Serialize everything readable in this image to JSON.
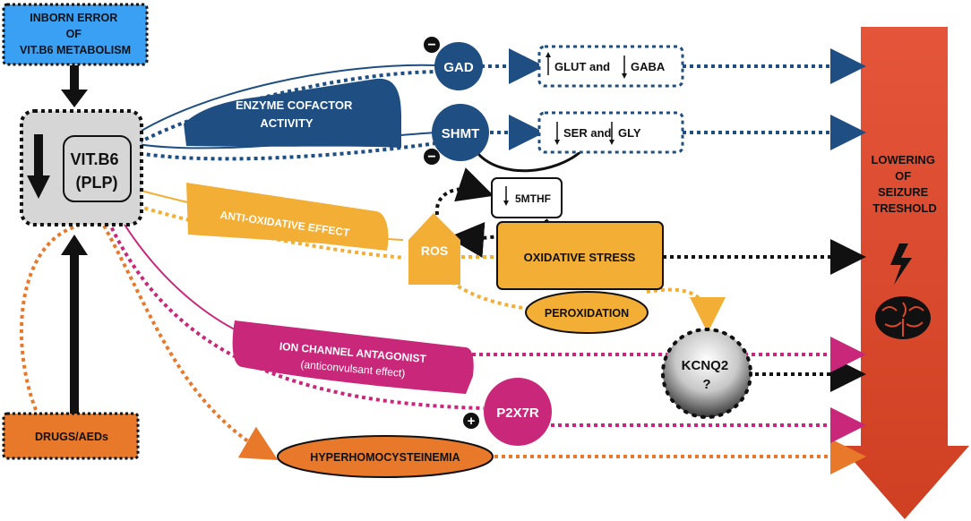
{
  "colors": {
    "blue_box": "#3aa0f3",
    "navy": "#1f4e82",
    "orange": "#f2ae35",
    "orange_dark": "#e8782a",
    "magenta": "#c9287a",
    "red_arrow": "#d9482a",
    "gray_box": "#d6d6d6"
  },
  "icons": [
    "lightning-bolt-icon",
    "brain-icon",
    "minus-sign-icon",
    "plus-sign-icon"
  ],
  "nodes": {
    "inborn": {
      "line1": "INBORN ERROR",
      "line2": "OF",
      "line3": "VIT.B6 METABOLISM"
    },
    "vitb6": {
      "line1": "VIT.B6",
      "line2": "(PLP)"
    },
    "drugs": "DRUGS/AEDs",
    "gad": "GAD",
    "shmt": "SHMT",
    "glut_gaba": {
      "a": "GLUT and",
      "b": "GABA"
    },
    "ser_gly": {
      "a": "SER and",
      "b": "GLY"
    },
    "mthf": "5MTHF",
    "ros": "ROS",
    "oxidative_stress": "OXIDATIVE STRESS",
    "peroxidation": "PEROXIDATION",
    "kcnq2": {
      "line1": "KCNQ2",
      "line2": "?"
    },
    "p2x7r": "P2X7R",
    "hyperhomocysteinemia": "HYPERHOMOCYSTEINEMIA",
    "enzyme_cofactor": {
      "line1": "ENZYME COFACTOR",
      "line2": "ACTIVITY"
    },
    "anti_oxidative": "ANTI-OXIDATIVE EFFECT",
    "ion_channel": {
      "line1": "ION CHANNEL ANTAGONIST",
      "line2": "(anticonvulsant effect)"
    },
    "seizure": {
      "line1": "LOWERING",
      "line2": "OF",
      "line3": "SEIZURE",
      "line4": "TRESHOLD"
    }
  },
  "signs": {
    "minus": "−",
    "plus": "+"
  }
}
